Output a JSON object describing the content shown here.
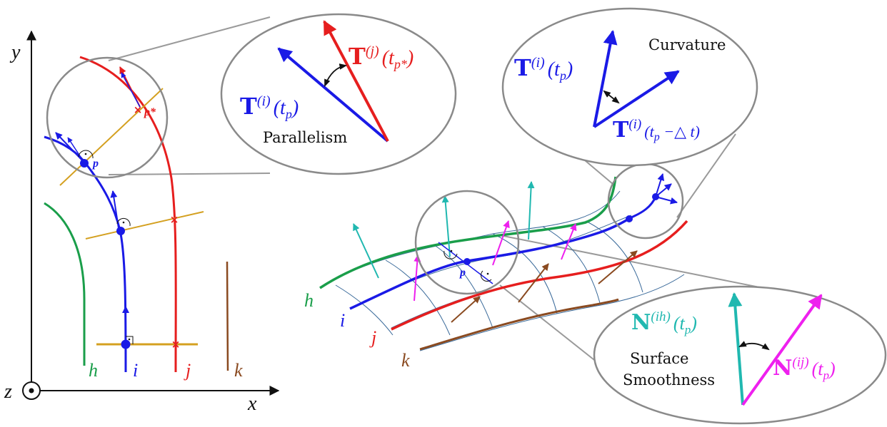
{
  "colors": {
    "blue": "#1a1ae6",
    "red": "#e61e1e",
    "green": "#1a9e4a",
    "brown": "#8a4a20",
    "gold": "#d4a020",
    "teal": "#20b8b0",
    "magenta": "#ee20ee",
    "thin": "#3a6a9a",
    "gray": "#7a7a7a",
    "black": "#111111"
  },
  "axes": {
    "x": "x",
    "y": "y",
    "z": "z"
  },
  "left_curves": {
    "h": "h",
    "i": "i",
    "j": "j",
    "k": "k",
    "p": "p",
    "p_star": "p*"
  },
  "surface_curves": {
    "h": "h",
    "i": "i",
    "j": "j",
    "k": "k",
    "p": "p"
  },
  "parallelism": {
    "title": "Parallelism",
    "vec_i_T": "T",
    "vec_i_sup": "(i)",
    "vec_i_arg": "(t",
    "vec_i_sub": "p",
    "vec_i_close": ")",
    "vec_j_T": "T",
    "vec_j_sup": "(j)",
    "vec_j_arg": "(t",
    "vec_j_sub": "p*",
    "vec_j_close": ")"
  },
  "curvature": {
    "title": "Curvature",
    "vec_a_T": "T",
    "vec_a_sup": "(i)",
    "vec_a_arg": "(t",
    "vec_a_sub": "p",
    "vec_a_close": ")",
    "vec_b_T": "T",
    "vec_b_sup": "(i)",
    "vec_b_arg": "(t",
    "vec_b_sub": "p",
    "vec_b_rest": " −△ t)"
  },
  "smoothness": {
    "title_line1": "Surface",
    "title_line2": "Smoothness",
    "vec_ih_N": "N",
    "vec_ih_sup": "(ih)",
    "vec_ih_arg": "(t",
    "vec_ih_sub": "p",
    "vec_ih_close": ")",
    "vec_ij_N": "N",
    "vec_ij_sup": "(ij)",
    "vec_ij_arg": "(t",
    "vec_ij_sub": "p",
    "vec_ij_close": ")"
  }
}
